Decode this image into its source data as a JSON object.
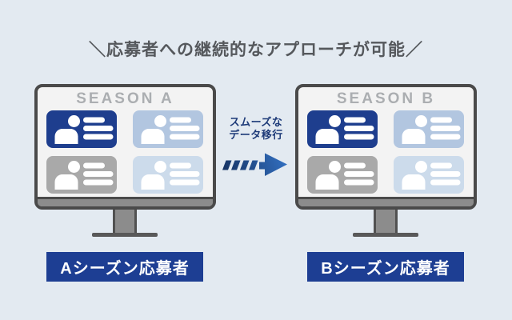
{
  "title": "＼応募者への継続的なアプローチが可能／",
  "monitors": [
    {
      "season": "SEASON A",
      "label": "Aシーズン応募者"
    },
    {
      "season": "SEASON B",
      "label": "Bシーズン応募者"
    }
  ],
  "transfer": {
    "line1": "スムーズな",
    "line2": "データ移行"
  },
  "icons": {
    "card_icon": "person-silhouette-icon",
    "arrow_icon": "dashed-right-arrow-icon"
  },
  "colors": {
    "background": "#e3eaf1",
    "title_text": "#55585c",
    "monitor_frame": "#4a4a4a",
    "monitor_screen": "#f3f3f3",
    "bezel_gray": "#8c8c8c",
    "season_text": "#9fa2a6",
    "card_navy": "#1e3e8e",
    "card_light_blue": "#b2c6e0",
    "card_gray": "#a9a9a9",
    "card_pale_blue": "#ccdbeb",
    "card_content_white": "#ffffff",
    "label_bg": "#1d3e93",
    "label_text": "#ffffff",
    "transfer_text": "#1d3a78",
    "arrow_gradient_dark": "#142f5c",
    "arrow_gradient_light": "#3575c9"
  }
}
